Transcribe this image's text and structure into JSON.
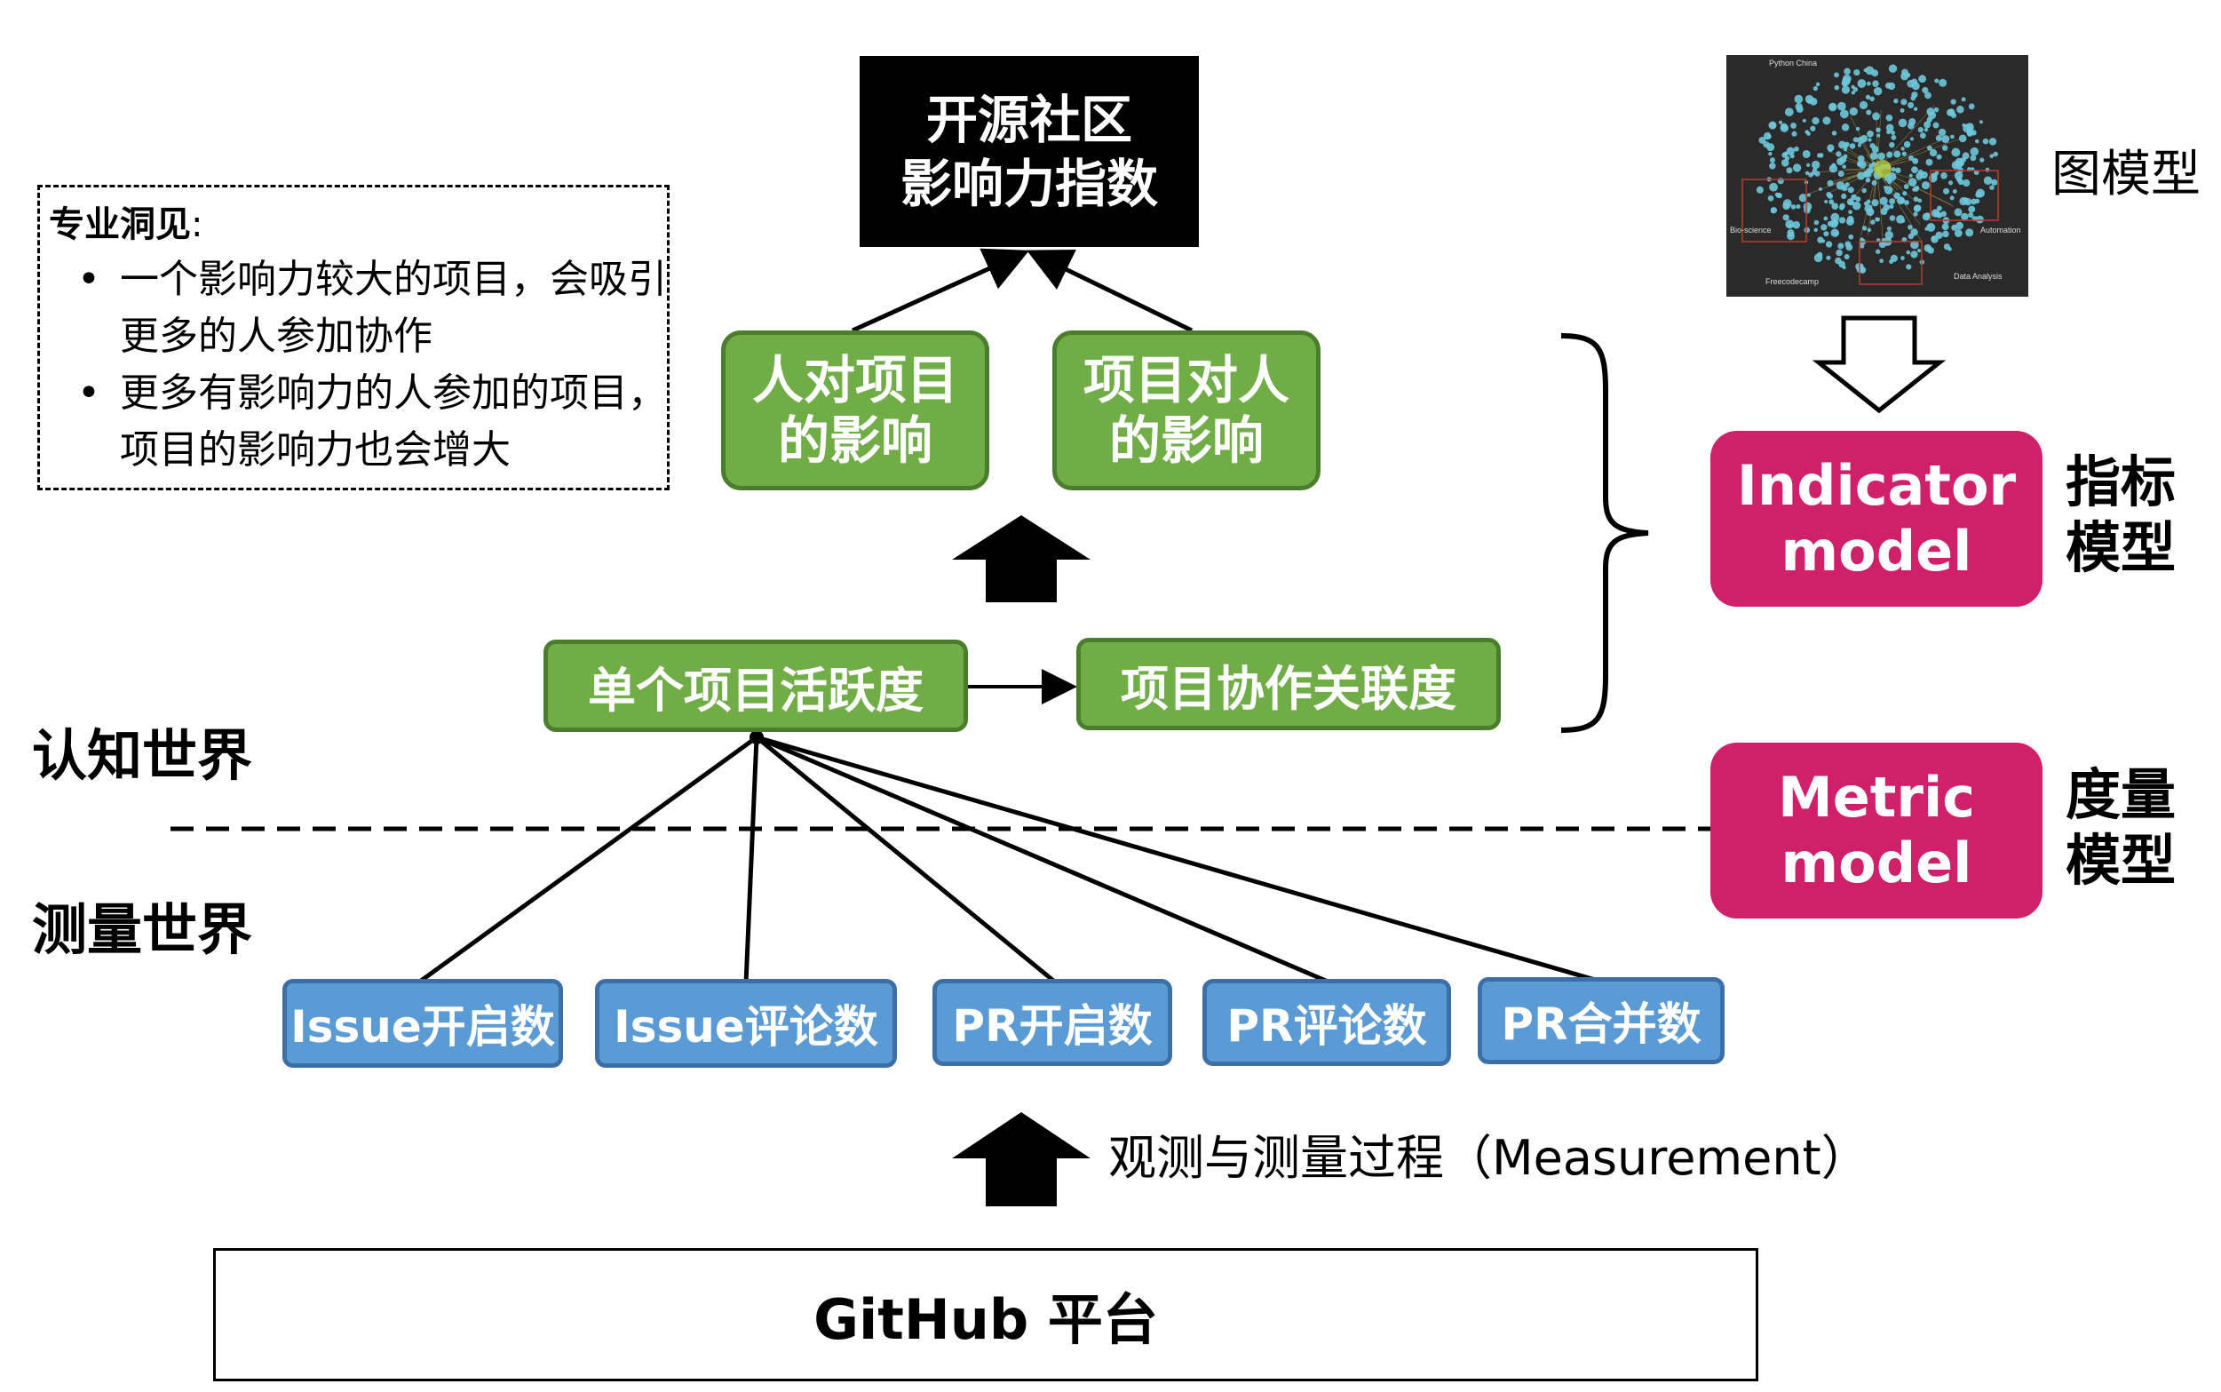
{
  "top_box": {
    "line1": "开源社区",
    "line2": "影响力指数"
  },
  "insight": {
    "title": "专业洞见",
    "colon": ":",
    "items": [
      {
        "line1": "一个影响力较大的项目，会吸引",
        "line2": "更多的人参加协作"
      },
      {
        "line1": "更多有影响力的人参加的项目，",
        "line2": "项目的影响力也会增大"
      }
    ]
  },
  "influence_boxes": [
    {
      "line1": "人对项目",
      "line2": "的影响"
    },
    {
      "line1": "项目对人",
      "line2": "的影响"
    }
  ],
  "middle_boxes": {
    "activity": "单个项目活跃度",
    "collaboration": "项目协作关联度"
  },
  "world_labels": {
    "cognition": "认知世界",
    "measurement": "测量世界"
  },
  "metrics": [
    "Issue开启数",
    "Issue评论数",
    "PR开启数",
    "PR评论数",
    "PR合并数"
  ],
  "measurement_caption": "观测与测量过程（Measurement）",
  "platform": "GitHub 平台",
  "graph_model": {
    "label": "图模型",
    "thumbnail_labels": [
      "Python China",
      "Bio-science",
      "Automation",
      "Freecodecamp",
      "Data Analysis"
    ]
  },
  "indicator_model": {
    "line1": "Indicator",
    "line2": "model",
    "label_line1": "指标",
    "label_line2": "模型"
  },
  "metric_model": {
    "line1": "Metric",
    "line2": "model",
    "label_line1": "度量",
    "label_line2": "模型"
  },
  "colors": {
    "green": "#70ad47",
    "green_border": "#4a7d2c",
    "blue": "#5b9bd5",
    "blue_border": "#3b6fa6",
    "pink": "#d1206a",
    "black": "#000000",
    "graph_bg": "#2a2a2a",
    "graph_node": "#6ec6dc"
  }
}
